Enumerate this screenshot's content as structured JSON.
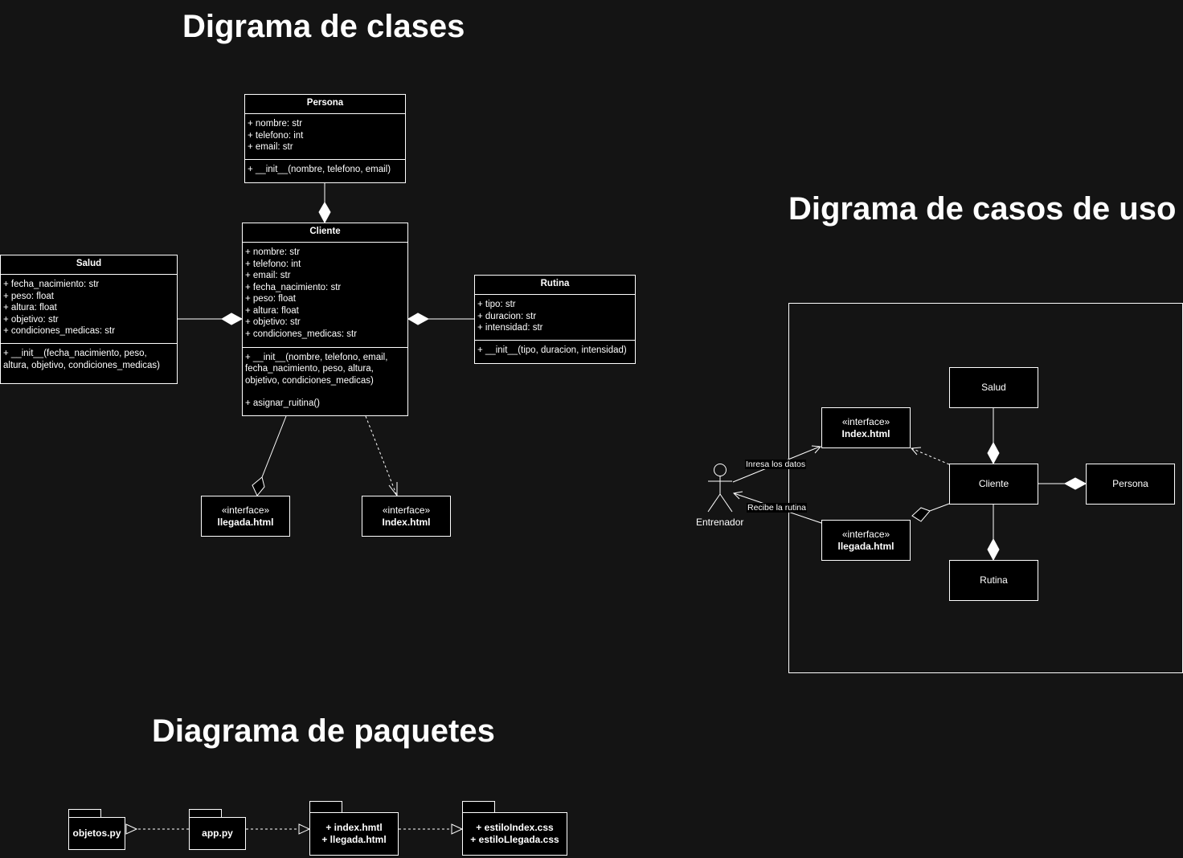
{
  "titles": {
    "clases": "Digrama de clases",
    "casos": "Digrama de casos de uso",
    "paquetes": "Diagrama de paquetes"
  },
  "class_diagram": {
    "persona": {
      "name": "Persona",
      "attributes": [
        "+ nombre: str",
        "+ telefono: int",
        "+ email: str"
      ],
      "methods": [
        "+ __init__(nombre, telefono, email)"
      ]
    },
    "cliente": {
      "name": "Cliente",
      "attributes": [
        "+ nombre: str",
        "+ telefono: int",
        "+ email: str",
        "+ fecha_nacimiento: str",
        "+ peso: float",
        "+ altura: float",
        "+ objetivo: str",
        "+ condiciones_medicas: str"
      ],
      "methods": [
        "+ __init__(nombre, telefono, email, fecha_nacimiento, peso, altura, objetivo, condiciones_medicas)",
        "",
        "+ asignar_ruitina()"
      ]
    },
    "salud": {
      "name": "Salud",
      "attributes": [
        "+ fecha_nacimiento: str",
        "+ peso: float",
        "+ altura: float",
        "+ objetivo: str",
        "+ condiciones_medicas: str"
      ],
      "methods": [
        "+ __init__(fecha_nacimiento, peso, altura, objetivo, condiciones_medicas)"
      ]
    },
    "rutina": {
      "name": "Rutina",
      "attributes": [
        "+ tipo: str",
        "+ duracion: str",
        "+ intensidad: str"
      ],
      "methods": [
        "+ __init__(tipo, duracion, intensidad)"
      ]
    },
    "llegada": {
      "stereotype": "«interface»",
      "name": "llegada.html"
    },
    "index": {
      "stereotype": "«interface»",
      "name": "Index.html"
    }
  },
  "use_case": {
    "actor": "Entrenador",
    "label_in": "Inresa los datos",
    "label_out": "Recibe la rutina",
    "index": {
      "stereotype": "«interface»",
      "name": "Index.html"
    },
    "llegada": {
      "stereotype": "«interface»",
      "name": "llegada.html"
    },
    "salud": "Salud",
    "cliente": "Cliente",
    "persona": "Persona",
    "rutina": "Rutina"
  },
  "packages": {
    "objetos": [
      "objetos.py"
    ],
    "app": [
      "app.py"
    ],
    "html": [
      "+ index.hmtl",
      "+ llegada.html"
    ],
    "css": [
      "+ estiloIndex.css",
      "+ estiloLlegada.css"
    ]
  }
}
